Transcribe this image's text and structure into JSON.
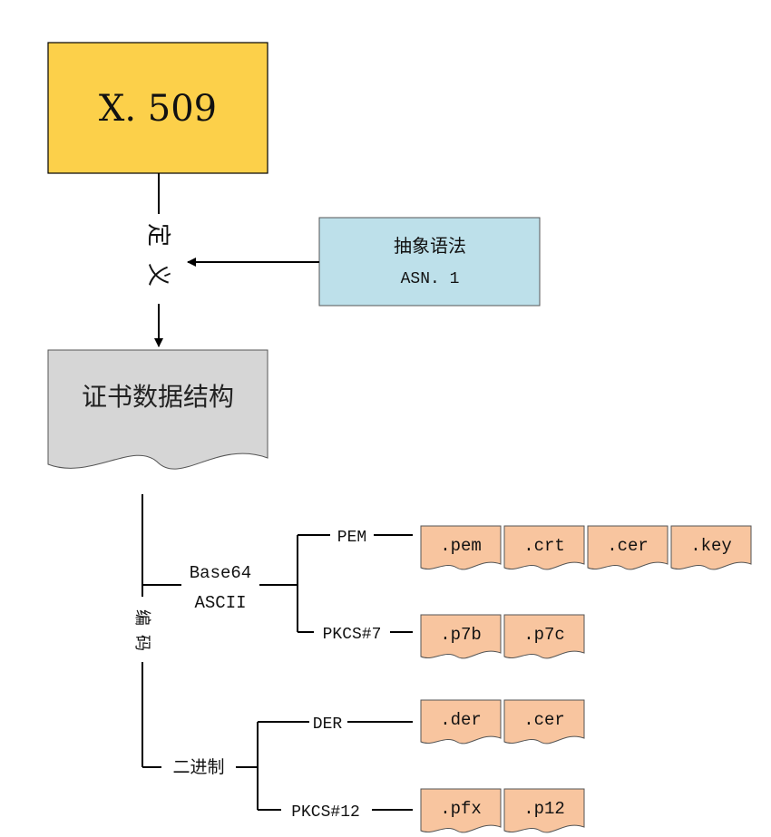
{
  "top_box": {
    "label": "X. 509",
    "fill": "#fcd04a"
  },
  "define_label": [
    "定",
    "义"
  ],
  "syntax_box": {
    "line1": "抽象语法",
    "line2": "ASN. 1",
    "fill": "#bde0ea"
  },
  "cert_box": {
    "label": "证书数据结构",
    "fill": "#d6d6d6"
  },
  "encode_label": [
    "编",
    "码"
  ],
  "base64": {
    "label_line1": "Base64",
    "label_line2": "ASCII",
    "pem": {
      "label": "PEM",
      "exts": [
        ".pem",
        ".crt",
        ".cer",
        ".key"
      ]
    },
    "pkcs7": {
      "label": "PKCS#7",
      "exts": [
        ".p7b",
        ".p7c"
      ]
    }
  },
  "binary": {
    "label": "二进制",
    "der": {
      "label": "DER",
      "exts": [
        ".der",
        ".cer"
      ]
    },
    "pkcs12": {
      "label": "PKCS#12",
      "exts": [
        ".pfx",
        ".p12"
      ]
    }
  },
  "ext_fill": "#f8c59f"
}
